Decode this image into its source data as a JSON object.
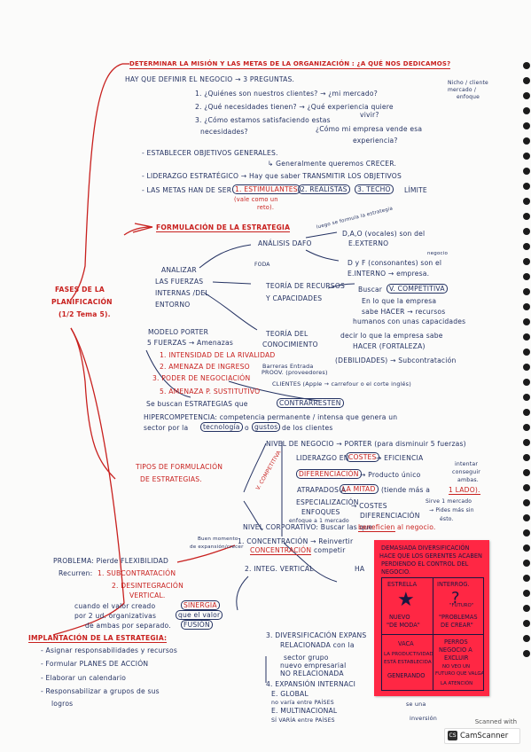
{
  "brace_label": {
    "line1": "FASES DE LA",
    "line2": "PLANIFICACIÓN",
    "line3": "(1/2 Tema 5)."
  },
  "section1": {
    "title": "DETERMINAR LA MISIÓN Y LAS METAS DE LA ORGANIZACIÓN : ¿A QUÉ NOS DEDICAMOS?",
    "business_question": "HAY QUE DEFINIR EL NEGOCIO → 3 PREGUNTAS.",
    "q1": "1. ¿Quiénes son nuestros clientes? → ¿mi mercado?",
    "q1_note_a": "Nicho / cliente",
    "q1_note_b": "mercado /",
    "q1_note_c": "enfoque",
    "q2": "2. ¿Qué necesidades tienen? → ¿Qué experiencia quiere",
    "q2_cont": "vivir?",
    "q3": "3. ¿Cómo estamos satisfaciendo estas",
    "q3_cont": "necesidades?",
    "q3_note": "¿Cómo mi empresa vende esa",
    "q3_note_cont": "experiencia?",
    "objectives": "- ESTABLECER OBJETIVOS GENERALES.",
    "objectives_note": "↳ Generalmente queremos CRECER.",
    "leadership": "- LIDERAZGO ESTRATÉGICO → Hay que saber TRANSMITIR LOS OBJETIVOS",
    "goals": "- LAS METAS HAN DE SER",
    "goal1": "1. ESTIMULANTES",
    "goal2": "2. REALISTAS",
    "goal3": "3. TECHO",
    "goal_limit": "LÍMITE",
    "goal_note_a": "(vale como un",
    "goal_note_b": "reto)."
  },
  "section2": {
    "title": "FORMULACIÓN DE LA ESTRATEGIA",
    "side_note": "luego se formula la estrategia",
    "analysis": "ANÁLISIS DAFO",
    "dafo_a": "D,A,O (vocales) son del",
    "dafo_b": "E.EXTERNO",
    "dafo_c": "D y F (consonantes) son el",
    "dafo_d": "E.INTERNO → empresa.",
    "dafo_note": "negocio",
    "foda": "FODA",
    "analyze_a": "ANALIZAR",
    "analyze_b": "LAS FUERZAS",
    "analyze_c": "INTERNAS /DEL",
    "analyze_d": "ENTORNO",
    "resources": "TEORÍA DE RECURSOS",
    "resources_b": "Y CAPACIDADES",
    "resources_note_a": "Buscar",
    "resources_note_box": "V. COMPETITIVA",
    "resources_note_b": "En lo que la empresa",
    "resources_note_c": "sabe HACER → recursos",
    "resources_note_d": "humanos con unas capacidades",
    "knowledge": "TEORÍA DEL",
    "knowledge_b": "CONOCIMIENTO",
    "knowledge_note_a": "decir lo que la empresa sabe",
    "knowledge_note_b": "HACER (FORTALEZA)",
    "knowledge_note_c": "(DEBILIDADES) → Subcontratación",
    "porter_a": "MODELO PORTER",
    "porter_b": "5 FUERZAS → Amenazas",
    "porter_1": "1. INTENSIDAD DE LA RIVALIDAD",
    "porter_2": "2. AMENAZA DE INGRESO",
    "porter_2_note": "Barreras Entrada",
    "porter_3": "3. PODER DE NEGOCIACIÓN",
    "porter_3_prov": "PROOV. (proveedores)",
    "porter_3_cli": "CLIENTES (Apple → carrefour o el corte inglés)",
    "porter_5": "5. AMENAZA P. SUSTITUTIVO",
    "porter_seek": "Se buscan ESTRATEGIAS que",
    "porter_seek_box": "CONTRARRESTEN",
    "hyper": "HIPERCOMPETENCIA: competencia permanente / intensa que genera un",
    "hyper_b": "sector por la",
    "hyper_b1": "tecnología",
    "hyper_b2": "o",
    "hyper_b3": "gustos",
    "hyper_b4": "de los clientes"
  },
  "section3": {
    "types_a": "TIPOS DE FORMULACIÓN",
    "types_b": "DE ESTRATEGIAS.",
    "v_comp": "V. COMPETITIVA",
    "business_level": "NIVEL DE NEGOCIO → PORTER (para disminuir 5 fuerzas)",
    "cost_lead": "LIDERAZGO EN",
    "cost_lead_box": "COSTES",
    "cost_lead_b": "→ EFICIENCIA",
    "diff": "DIFERENCIACIÓN",
    "diff_b": "→ Producto único",
    "diff_note_a": "intentar",
    "diff_note_b": "conseguir",
    "diff_note_c": "ambas.",
    "stuck": "ATRAPADOS A",
    "stuck_box": "LA MITAD",
    "stuck_b": "(tiende más a",
    "stuck_c": "1 LADO).",
    "special": "ESPECIALIZACIÓN",
    "special_b": "ENFOQUES",
    "special_c": "enfoque a 1 mercado",
    "special_costs": "→ COSTES",
    "special_diff": "DIFERENCIACIÓN",
    "special_note_a": "Sirve 1 mercado",
    "special_note_b": "→ Pides más sin",
    "special_note_c": "ésto.",
    "corp": "NIVEL CORPORATIVO: Buscar las que",
    "corp_box": "beneficien",
    "corp_b": "al negocio."
  },
  "section4": {
    "small_note_a": "Buen momento",
    "small_note_b": "de expansión/crecer",
    "c1": "1. CONCENTRACIÓN → Reinvertir",
    "c1b": "CONCENTRACIÓN",
    "c1c": "competir",
    "c2": "2. INTEG. VERTICAL",
    "c2b": "HA",
    "problem": "PROBLEMA: Pierde FLEXIBILIDAD",
    "remedy": "Recurren:",
    "remedy1": "1. SUBCONTRATACIÓN",
    "remedy2": "2. DESINTEGRACIÓN",
    "remedy2b": "VERTICAL.",
    "value_a": "cuando el valor creado",
    "value_box": "SINERGIA",
    "value_b": "por 2 ud. organizativas",
    "value_c": "que el valor",
    "value_d": "de ambas por separado.",
    "value_box2": "FUSIÓN",
    "impl": "IMPLANTACIÓN DE LA ESTRATEGIA:",
    "impl1": "- Asignar responsabilidades y recursos",
    "impl2": "- Formular PLANES DE ACCIÓN",
    "impl3": "- Elaborar un calendario",
    "impl4": "- Responsabilizar a grupos de sus",
    "impl4b": "logros",
    "c3": "3. DIVERSIFICACIÓN EXPANS",
    "c3b": "RELACIONADA con la",
    "c3c": "sector grupo",
    "c3d": "nuevo empresarial",
    "c3e": "NO RELACIONADA",
    "c4": "4. EXPANSIÓN INTERNACI",
    "c4a": "E. GLOBAL",
    "c4a_note": "no varía entre PAÍSES",
    "c4b": "E. MULTINACIONAL",
    "c4b_note": "SÍ VARÍA entre PAÍSES",
    "c4_tail_a": "se una",
    "c4_tail_b": "inversión"
  },
  "sticky_note": {
    "title_a": "DEMASIADA DIVERSIFICACIÓN",
    "title_b": "HACE QUE LOS GERENTES ACABEN",
    "title_c": "PERDIENDO EL CONTROL DEL",
    "title_d": "NEGOCIO.",
    "tl_a": "ESTRELLA",
    "tl_b": "NUEVO",
    "tl_c": "\"DE MODA\"",
    "tr_a": "INTERROG.",
    "tr_b": "\"FUTURO\"",
    "tr_c": "\"PROBLEMAS",
    "tr_d": "DE CREAR\"",
    "bl_a": "VACA",
    "bl_b": "LA PRODUCTIVIDAD",
    "bl_c": "ESTÁ ESTABLECIDA",
    "bl_d": "GENERANDO",
    "br_a": "PERROS",
    "br_b": "NEGOCIO A",
    "br_c": "EXCLUIR",
    "br_d": "NO VEO UN",
    "br_e": "FUTURO QUE VALGA",
    "br_f": "LA ATENCIÓN"
  },
  "watermark": {
    "scanned_with": "Scanned with",
    "app_short": "CS",
    "app_name": "CamScanner"
  }
}
